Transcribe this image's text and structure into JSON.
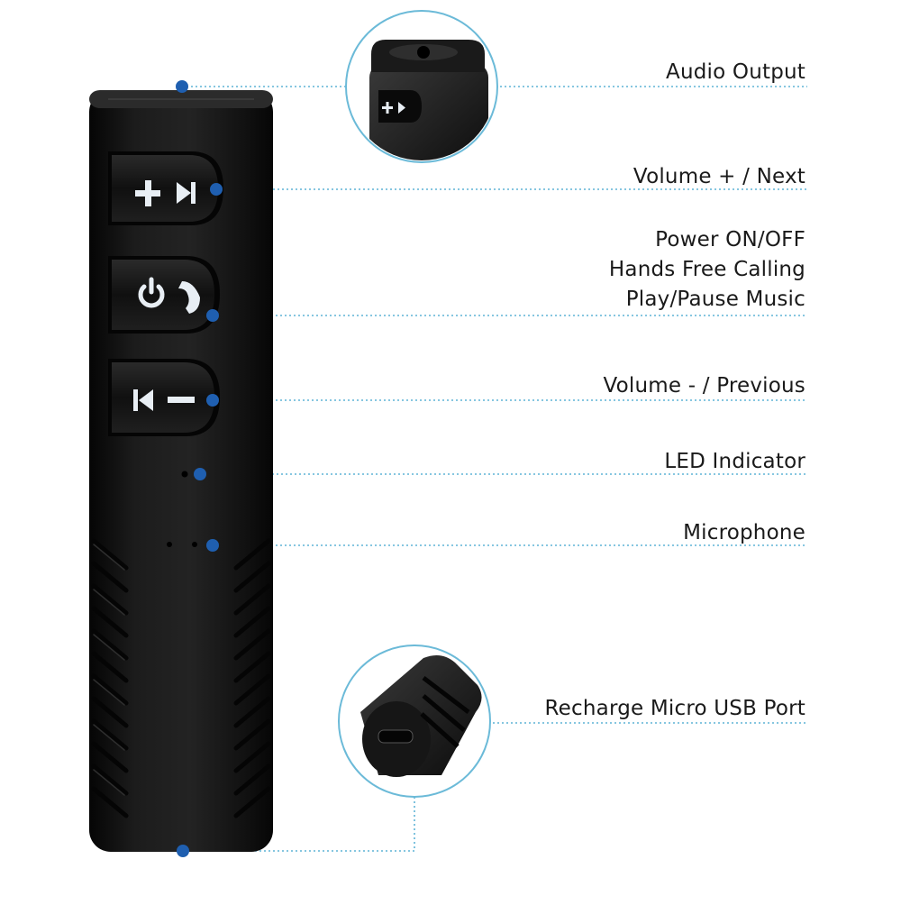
{
  "callouts": {
    "audio_output": "Audio Output",
    "volume_plus": "Volume + / Next",
    "power": [
      "Power ON/OFF",
      "Hands Free Calling",
      "Play/Pause Music"
    ],
    "volume_minus": "Volume - / Previous",
    "led": "LED Indicator",
    "microphone": "Microphone",
    "usb": "Recharge Micro USB Port"
  },
  "colors": {
    "callout_dot": "#1f5fb0",
    "leader_line": "#5fb4d6",
    "device_body": "#141414",
    "button_icon": "#e8eef4"
  },
  "icons": [
    "plus-icon",
    "next-track-icon",
    "power-icon",
    "phone-icon",
    "previous-track-icon",
    "minus-icon",
    "play-next-icon"
  ]
}
